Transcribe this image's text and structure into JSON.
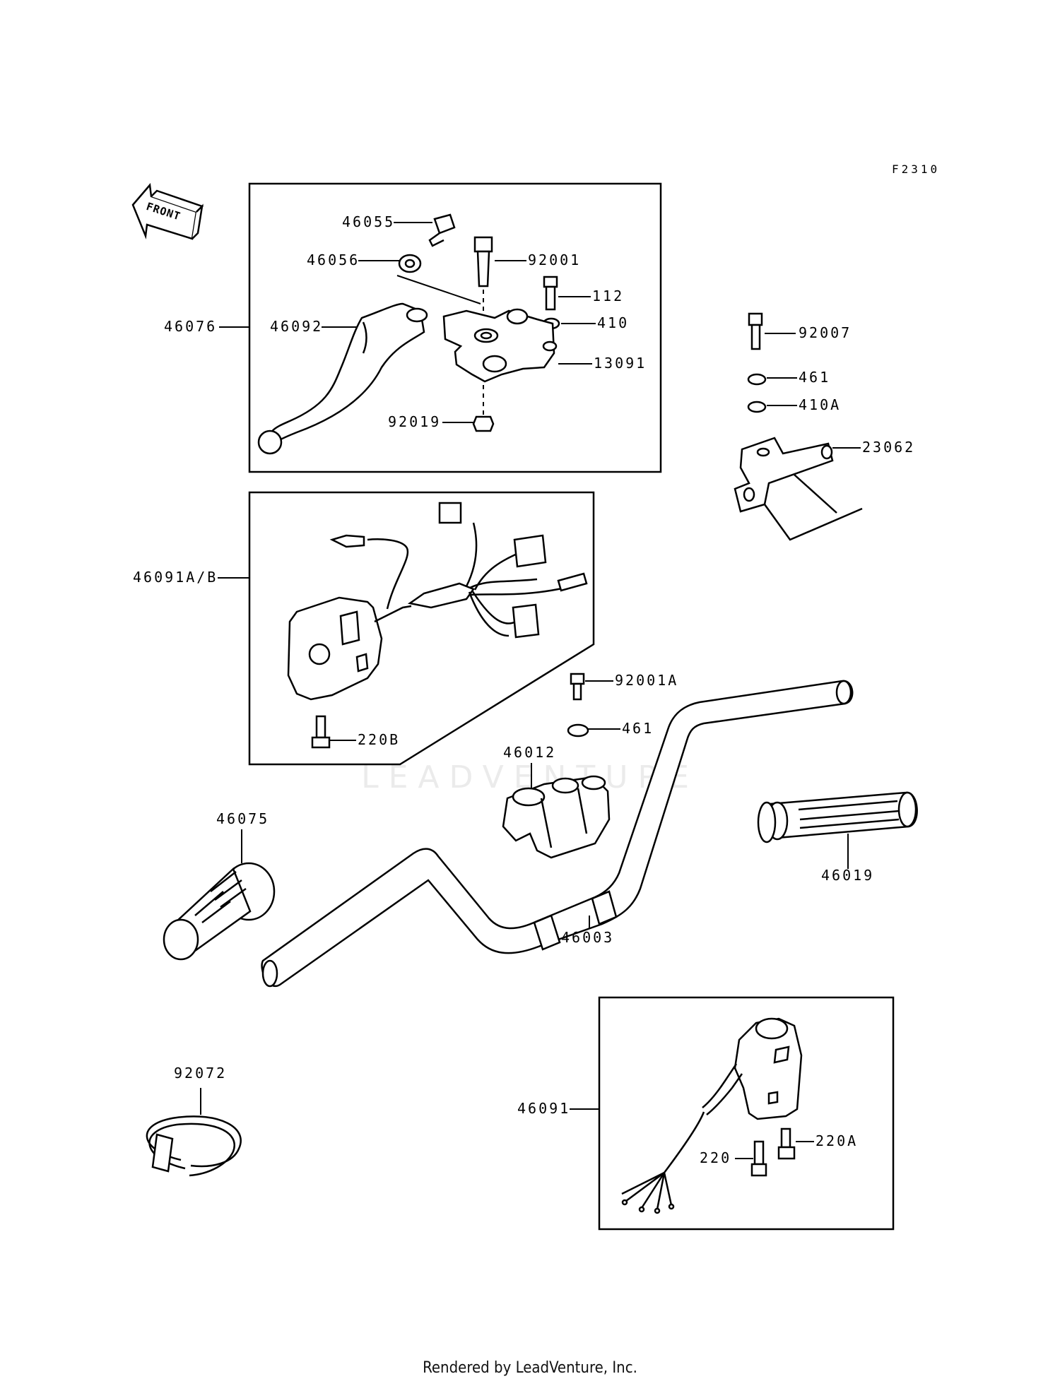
{
  "diagram_code": "F2310",
  "front_arrow_label": "FRONT",
  "watermark": "LEADVENTURE",
  "footer": "Rendered by LeadVenture, Inc.",
  "callouts": {
    "p46055": "46055",
    "p46056": "46056",
    "p92001": "92001",
    "p112": "112",
    "p410": "410",
    "p46076": "46076",
    "p46092": "46092",
    "p13091": "13091",
    "p92019": "92019",
    "p92007": "92007",
    "p461a": "461",
    "p410A": "410A",
    "p23062": "23062",
    "p46091AB": "46091A/B",
    "p92001A": "92001A",
    "p461b": "461",
    "p220B": "220B",
    "p46012": "46012",
    "p46075": "46075",
    "p46019": "46019",
    "p46003": "46003",
    "p92072": "92072",
    "p46091": "46091",
    "p220A": "220A",
    "p220": "220"
  }
}
